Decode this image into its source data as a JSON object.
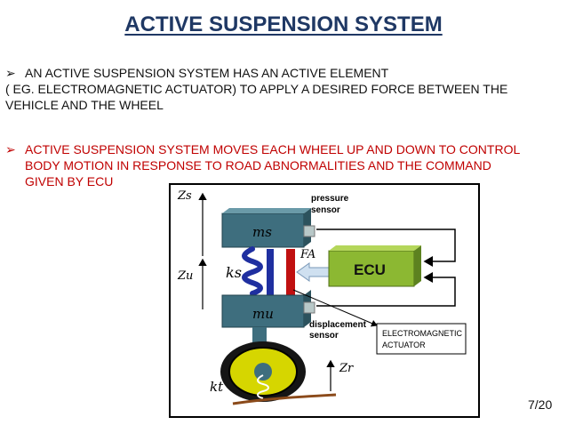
{
  "title": "ACTIVE SUSPENSION SYSTEM",
  "bullets": [
    {
      "line1": "AN ACTIVE SUSPENSION SYSTEM HAS AN ACTIVE ELEMENT",
      "line2": "( EG. ELECTROMAGNETIC ACTUATOR) TO APPLY A DESIRED FORCE BETWEEN THE",
      "line3": "VEHICLE AND THE WHEEL"
    },
    {
      "line1": "ACTIVE SUSPENSION SYSTEM MOVES EACH WHEEL UP AND DOWN TO CONTROL",
      "line2": "BODY MOTION IN RESPONSE TO ROAD ABNORMALITIES AND THE COMMAND",
      "line3": "GIVEN BY ECU"
    }
  ],
  "diagram": {
    "zs_label": "Zs",
    "zu_label": "Zu",
    "zr_label": "Zr",
    "ms_label": "ms",
    "mu_label": "mu",
    "ks_label": "ks",
    "kt_label": "kt",
    "fa_label": "FA",
    "ecu_label": "ECU",
    "pressure_sensor_line1": "pressure",
    "pressure_sensor_line2": "sensor",
    "displacement_sensor_line1": "displacement",
    "displacement_sensor_line2": "sensor",
    "actuator_line1": "ELECTROMAGNETIC",
    "actuator_line2": "ACTUATOR"
  },
  "slide_number": "7/20",
  "colors": {
    "title": "#1f3864",
    "bullet2": "#c00000",
    "mass_block": "#3e6e7e",
    "ecu": "#8cb832",
    "spring": "#1f2fa0",
    "actuator": "#c01010"
  }
}
